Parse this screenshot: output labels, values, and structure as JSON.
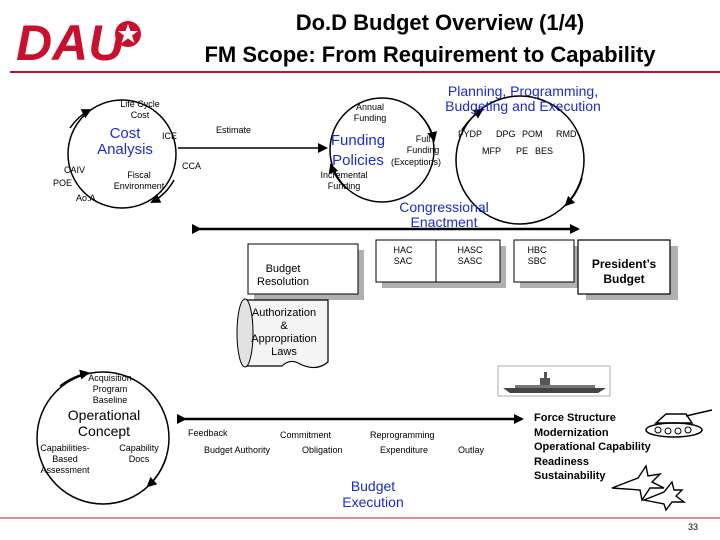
{
  "logo": {
    "text": "DAU",
    "icon": "star-burst-icon",
    "color": "#c8102e"
  },
  "header": {
    "title_line1": "Do.D Budget Overview (1/4)",
    "title_line2": "FM Scope: From Requirement to Capability"
  },
  "colors": {
    "accent_red": "#c8102e",
    "text_blue": "#1a2cc9",
    "shadow_gray": "#b0b0b0",
    "dark_gray": "#555555"
  },
  "cost": {
    "life_cycle_cost": "Life Cycle\nCost",
    "cost_analysis": "Cost\nAnalysis",
    "ice": "ICE",
    "caiv": "CAIV",
    "poe": "POE",
    "aoa": "Ao.A",
    "fiscal_environment": "Fiscal\nEnvironment",
    "cca": "CCA",
    "estimate": "Estimate"
  },
  "funding": {
    "annual_funding": "Annual\nFunding",
    "funding_policies": "Funding\nPolicies",
    "full_funding": "Full\nFunding",
    "exceptions": "(Exceptions)",
    "incremental_funding": "Incremental\nFunding"
  },
  "ppbe": {
    "title": "Planning, Programming,\nBudgeting and Execution",
    "fydp": "FYDP",
    "dpg": "DPG",
    "pom": "POM",
    "rmd": "RMD",
    "mfp": "MFP",
    "pe": "PE",
    "bes": "BES"
  },
  "congress": {
    "title": "Congressional\nEnactment",
    "hac_sac": "HAC\nSAC",
    "hasc_sasc": "HASC\nSASC",
    "hbc_sbc": "HBC\nSBC",
    "presidents_budget": "President’s\nBudget",
    "budget_resolution": "Budget\nResolution",
    "authorization": "Authorization\n&\nAppropriation\nLaws"
  },
  "concept": {
    "acquisition_baseline": "Acquisition\nProgram\nBaseline",
    "operational_concept": "Operational\nConcept",
    "cba": "Capabilities-\nBased\nAssessment",
    "capability_docs": "Capability\nDocs"
  },
  "execution": {
    "feedback": "Feedback",
    "commitment": "Commitment",
    "reprogramming": "Reprogramming",
    "budget_authority": "Budget Authority",
    "obligation": "Obligation",
    "expenditure": "Expenditure",
    "outlay": "Outlay",
    "title": "Budget\nExecution"
  },
  "capability": {
    "list": "Force Structure\nModernization\nOperational Capability\nReadiness\nSustainability",
    "icons": [
      "aircraft-carrier-icon",
      "tank-icon",
      "fighter-jets-icon"
    ]
  },
  "page_number": "33"
}
